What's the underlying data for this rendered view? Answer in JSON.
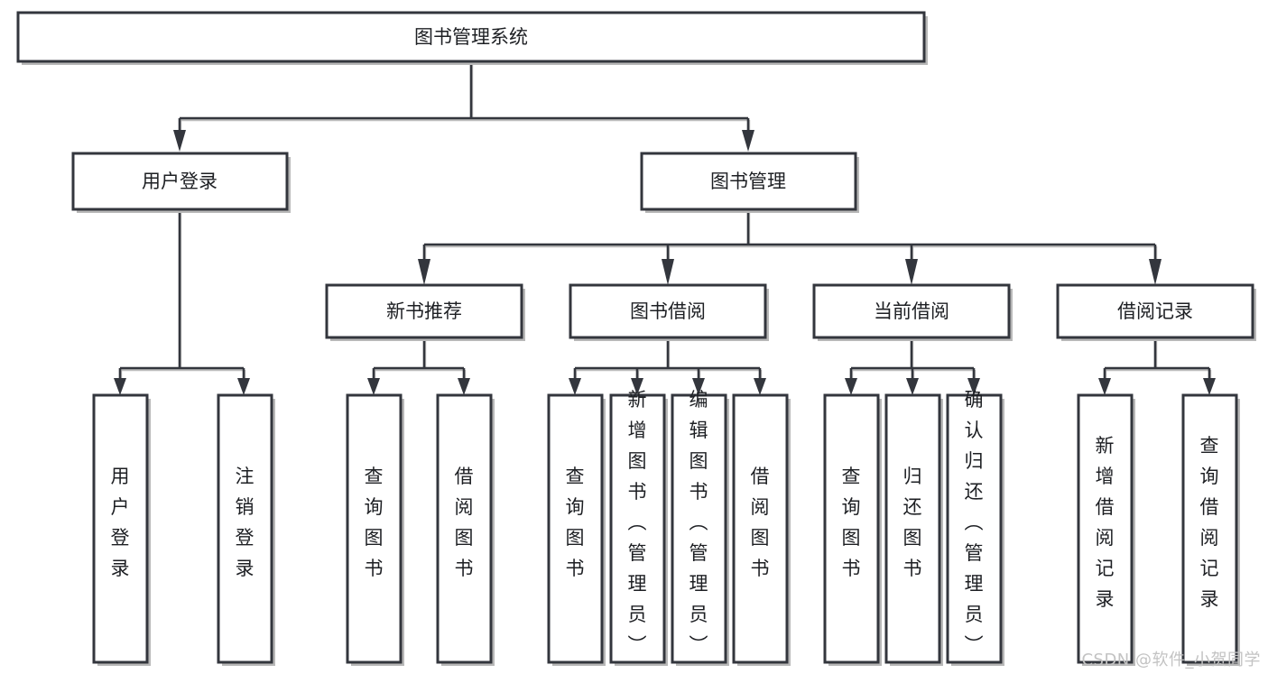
{
  "diagram": {
    "type": "tree",
    "title": "图书管理系统",
    "root": {
      "id": "root",
      "label": "图书管理系统",
      "orientation": "horizontal"
    },
    "level2": [
      {
        "id": "user-login",
        "label": "用户登录",
        "orientation": "horizontal"
      },
      {
        "id": "book-management",
        "label": "图书管理",
        "orientation": "horizontal"
      }
    ],
    "level3": [
      {
        "id": "new-book-recommend",
        "label": "新书推荐",
        "orientation": "horizontal"
      },
      {
        "id": "book-borrow",
        "label": "图书借阅",
        "orientation": "horizontal"
      },
      {
        "id": "current-borrow",
        "label": "当前借阅",
        "orientation": "horizontal"
      },
      {
        "id": "borrow-record",
        "label": "借阅记录",
        "orientation": "horizontal"
      }
    ],
    "leaves": [
      {
        "id": "leaf-user-login",
        "parent": "user-login",
        "label": "用户登录",
        "orientation": "vertical"
      },
      {
        "id": "leaf-user-logout",
        "parent": "user-login",
        "label": "注销登录",
        "orientation": "vertical"
      },
      {
        "id": "leaf-recommend-query",
        "parent": "new-book-recommend",
        "label": "查询图书",
        "orientation": "vertical"
      },
      {
        "id": "leaf-recommend-borrow",
        "parent": "new-book-recommend",
        "label": "借阅图书",
        "orientation": "vertical"
      },
      {
        "id": "leaf-borrow-query",
        "parent": "book-borrow",
        "label": "查询图书",
        "orientation": "vertical"
      },
      {
        "id": "leaf-borrow-add",
        "parent": "book-borrow",
        "label": "新增图书（管理员）",
        "orientation": "vertical"
      },
      {
        "id": "leaf-borrow-edit",
        "parent": "book-borrow",
        "label": "编辑图书（管理员）",
        "orientation": "vertical"
      },
      {
        "id": "leaf-borrow-lend",
        "parent": "book-borrow",
        "label": "借阅图书",
        "orientation": "vertical"
      },
      {
        "id": "leaf-current-query",
        "parent": "current-borrow",
        "label": "查询图书",
        "orientation": "vertical"
      },
      {
        "id": "leaf-current-return",
        "parent": "current-borrow",
        "label": "归还图书",
        "orientation": "vertical"
      },
      {
        "id": "leaf-current-confirm",
        "parent": "current-borrow",
        "label": "确认归还（管理员）",
        "orientation": "vertical"
      },
      {
        "id": "leaf-record-add",
        "parent": "borrow-record",
        "label": "新增借阅记录",
        "orientation": "vertical"
      },
      {
        "id": "leaf-record-query",
        "parent": "borrow-record",
        "label": "查询借阅记录",
        "orientation": "vertical"
      }
    ],
    "colors": {
      "box_fill": "#ffffff",
      "box_stroke": "#33363d",
      "connector": "#33363d",
      "text": "#1d1f23",
      "watermark": "#c3c3c3"
    }
  },
  "watermark": {
    "text": "CSDN @软件_小贺同学"
  }
}
